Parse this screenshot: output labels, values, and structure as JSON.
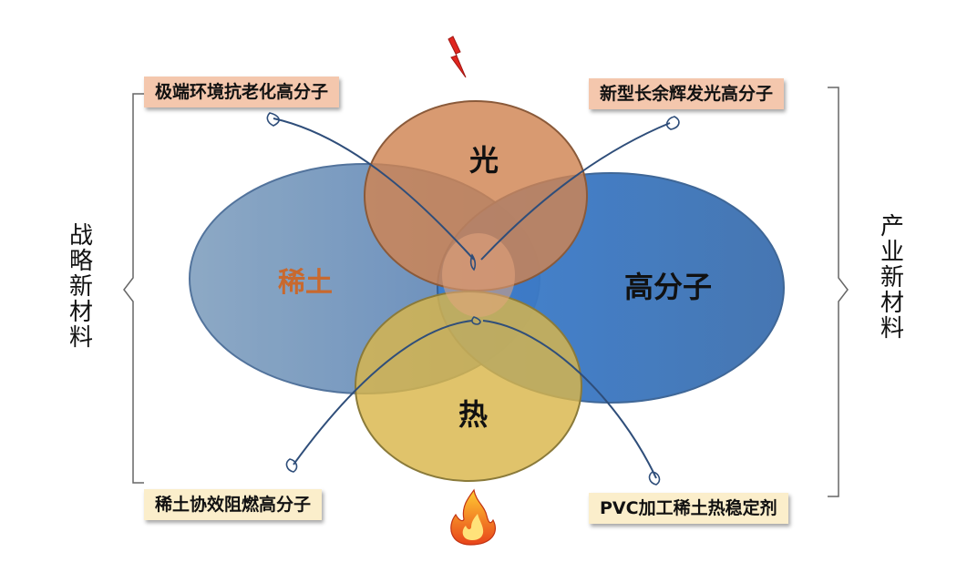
{
  "diagram": {
    "circles": {
      "rare_earth": {
        "label": "稀土",
        "color": "#c8692e"
      },
      "polymer": {
        "label": "高分子",
        "color": "#111111"
      },
      "light": {
        "label": "光",
        "color": "#111111"
      },
      "heat": {
        "label": "热",
        "color": "#111111"
      }
    },
    "tags": {
      "top_left": "极端环境抗老化高分子",
      "top_right": "新型长余辉发光高分子",
      "bottom_left": "稀土协效阻燃高分子",
      "bottom_right": "PVC加工稀土热稳定剂"
    },
    "sides": {
      "left": "战略新材料",
      "right": "产业新材料"
    },
    "icons": {
      "top": "lightning-icon",
      "bottom": "flame-icon"
    },
    "colors": {
      "blue_left": "#7d9ab9",
      "blue_right": "#3f82c8",
      "orange_circle": "#cf8452",
      "yellow_circle": "#d9b64a",
      "tag_top": "#f4c7ad",
      "tag_bottom": "#fbeecb"
    }
  }
}
